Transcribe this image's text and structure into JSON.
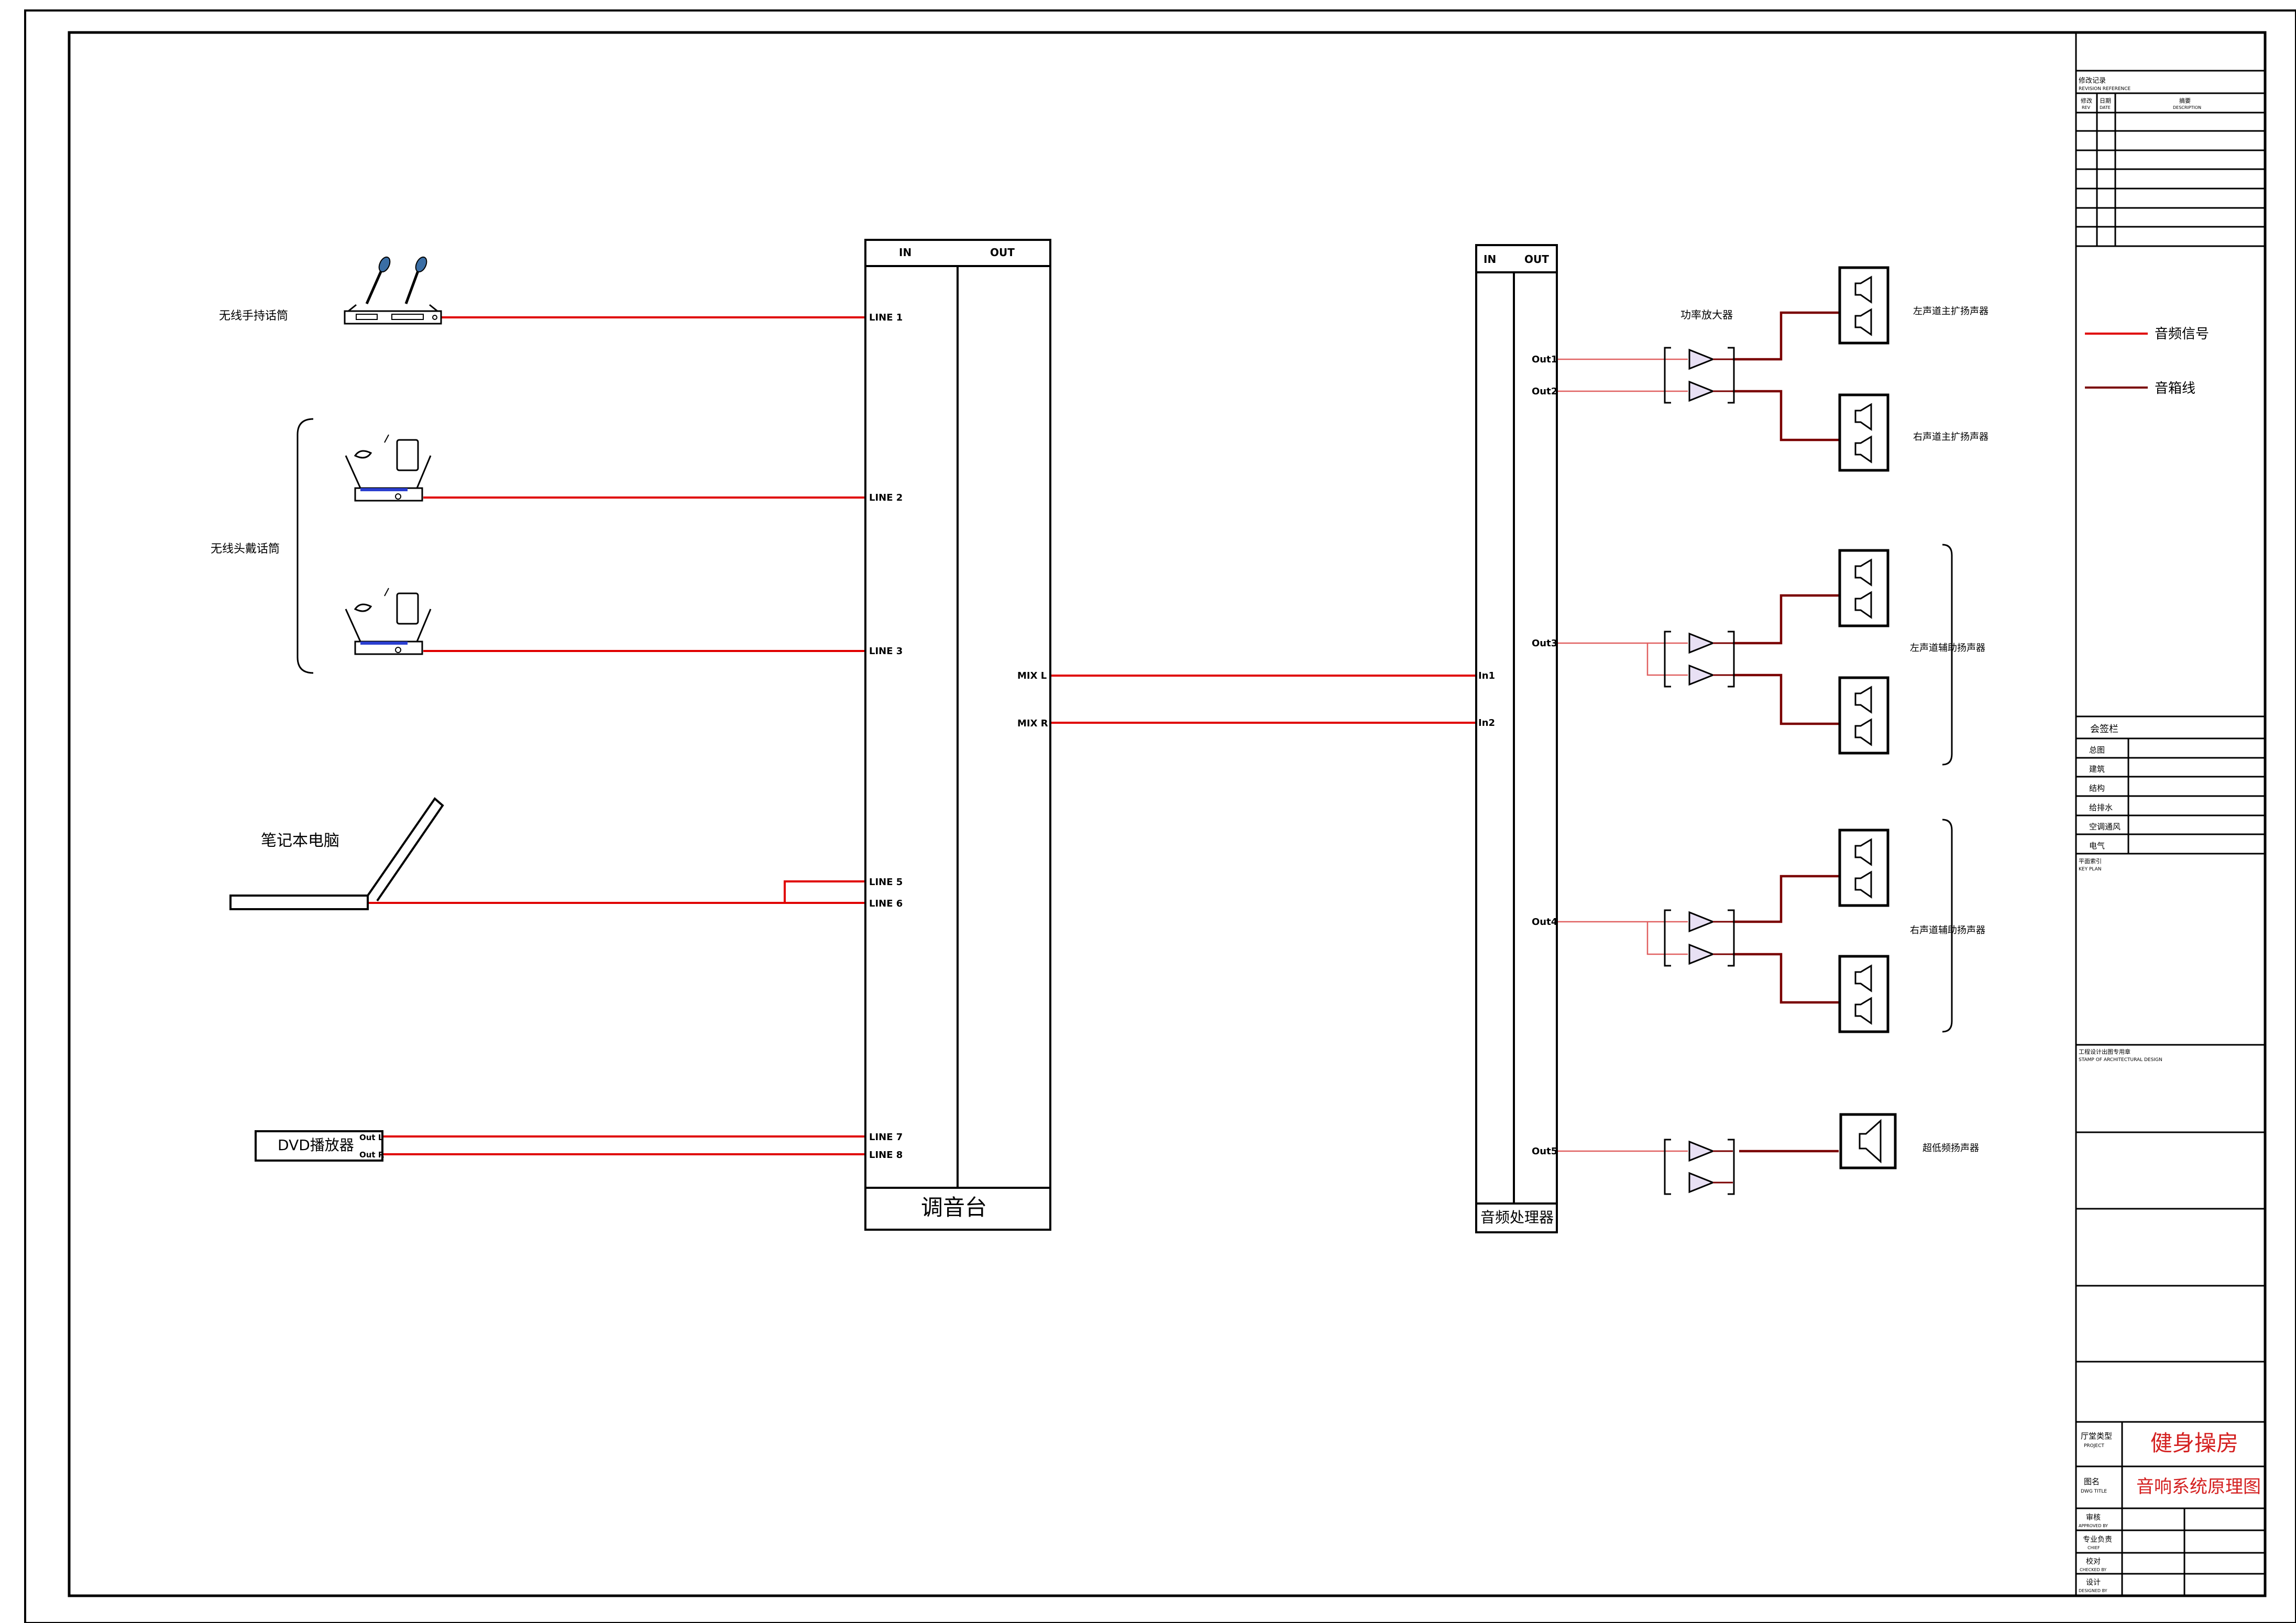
{
  "colors": {
    "audio_signal": "#e00000",
    "speaker_cable": "#7a0000",
    "frame": "#000000",
    "accent_red": "#d42020"
  },
  "sources": {
    "handheld_mic": "无线手持话筒",
    "headset_mic": "无线头戴话筒",
    "laptop": "笔记本电脑",
    "dvd": "DVD播放器",
    "dvd_out_l": "Out L",
    "dvd_out_r": "Out R"
  },
  "mixer": {
    "in_label": "IN",
    "out_label": "OUT",
    "name": "调音台",
    "lines": [
      "LINE 1",
      "LINE 2",
      "LINE 3",
      "LINE 5",
      "LINE 6",
      "LINE 7",
      "LINE 8"
    ],
    "mix_l": "MIX L",
    "mix_r": "MIX R"
  },
  "processor": {
    "in_label": "IN",
    "out_label": "OUT",
    "name": "音频处理器",
    "in1": "In1",
    "in2": "In2",
    "outs": [
      "Out1",
      "Out2",
      "Out3",
      "Out4",
      "Out5"
    ]
  },
  "amplifier_label": "功率放大器",
  "speakers": {
    "left_main": "左声道主扩扬声器",
    "right_main": "右声道主扩扬声器",
    "left_aux": "左声道辅助扬声器",
    "right_aux": "右声道辅助扬声器",
    "subwoofer": "超低频扬声器"
  },
  "legend": {
    "audio_signal": "音频信号",
    "speaker_cable": "音箱线"
  },
  "title_block": {
    "revision_title": "修改记录",
    "revision_title_en": "REVISION REFERENCE",
    "rev_no": "修改",
    "rev_no_en": "REV",
    "rev_date": "日期",
    "rev_date_en": "DATE",
    "rev_desc": "摘要",
    "rev_desc_en": "DESCRIPTION",
    "signoff_title": "会签栏",
    "signoff_rows": [
      "总图",
      "建筑",
      "结构",
      "给排水",
      "空调通风",
      "电气"
    ],
    "key_plan": "平面索引",
    "key_plan_en": "KEY PLAN",
    "stamp": "工程设计出图专用章",
    "stamp_en": "STAMP OF ARCHITECTURAL DESIGN",
    "project_label": "厅堂类型",
    "project_label_en": "PROJECT",
    "project": "健身操房",
    "drawing_label": "图名",
    "drawing_label_en": "DWG TITLE",
    "drawing_title": "音响系统原理图",
    "approved": "审核",
    "approved_en": "APPROVED BY",
    "chief": "专业负责",
    "chief_en": "CHIEF",
    "checked": "校对",
    "checked_en": "CHECKED BY",
    "designed": "设计",
    "designed_en": "DESIGNED BY"
  }
}
